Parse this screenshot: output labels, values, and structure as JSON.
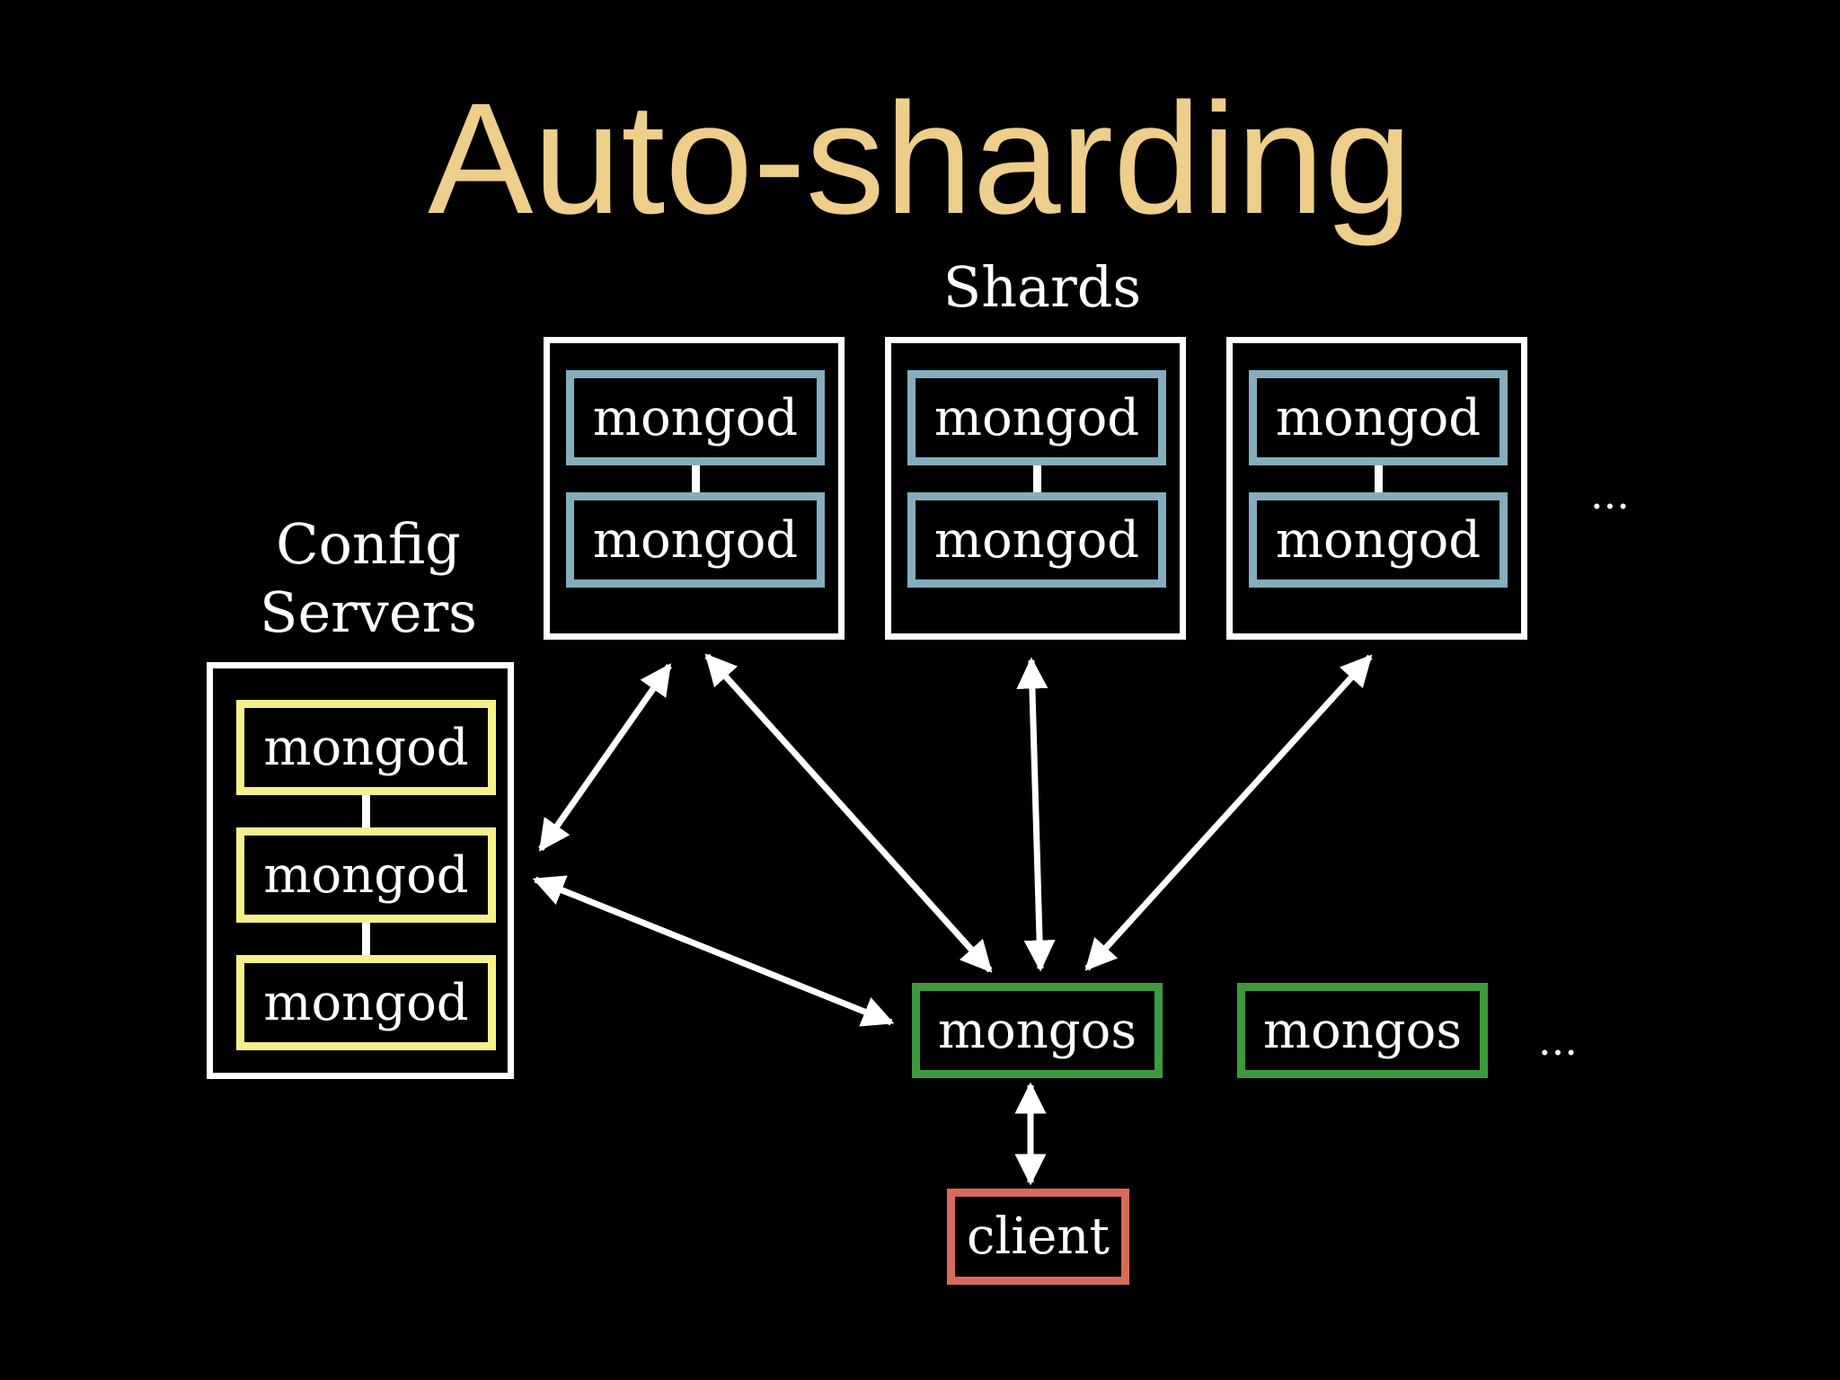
{
  "title": "Auto-sharding",
  "colors": {
    "background": "#000000",
    "title": "#EDCE8A",
    "shard_member_border": "#84AEBD",
    "config_member_border": "#F6EF8C",
    "router_border": "#3E9A3C",
    "client_border": "#D86A5A",
    "group_border": "#FFFFFF",
    "arrow": "#FFFFFF"
  },
  "shards": {
    "label": "Shards",
    "groups": [
      {
        "members": [
          "mongod",
          "mongod"
        ]
      },
      {
        "members": [
          "mongod",
          "mongod"
        ]
      },
      {
        "members": [
          "mongod",
          "mongod"
        ]
      }
    ],
    "more": "..."
  },
  "config_servers": {
    "label_line1": "Config",
    "label_line2": "Servers",
    "members": [
      "mongod",
      "mongod",
      "mongod"
    ]
  },
  "routers": {
    "items": [
      "mongos",
      "mongos"
    ],
    "more": "..."
  },
  "client": {
    "label": "client"
  },
  "connections": [
    "config-servers <-> shard-1",
    "config-servers <-> mongos-1",
    "shard-1 <-> mongos-1",
    "shard-2 <-> mongos-1",
    "shard-3 <-> mongos-1",
    "mongos-1 <-> client"
  ]
}
